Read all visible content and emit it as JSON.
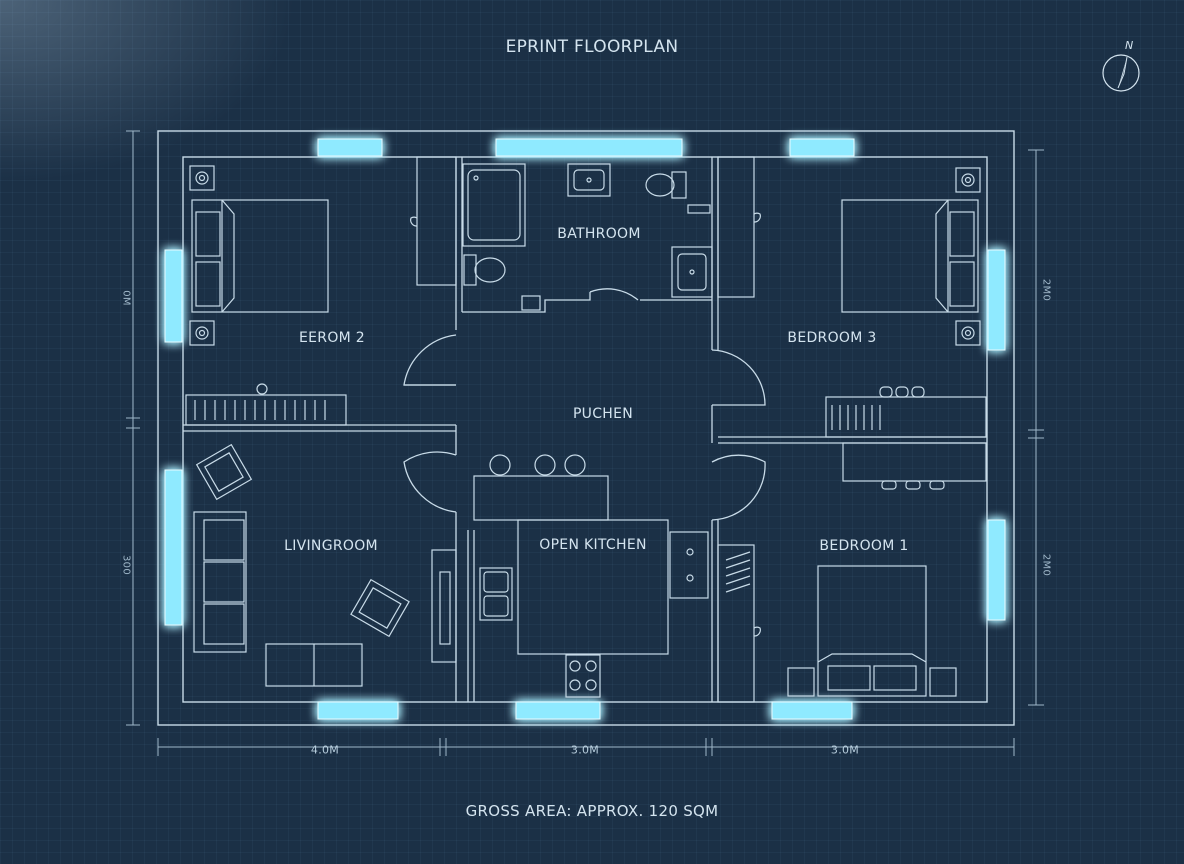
{
  "title": "EPRINT FLOORPLAN",
  "gross_area": "GROSS AREA: APPROX. 120 SQM",
  "north_label": "N",
  "rooms": {
    "bedroom2": "EEROM 2",
    "bathroom": "BATHROOM",
    "bedroom3": "BEDROOM 3",
    "hall": "PUCHEN",
    "living": "LIVINGROOM",
    "kitchen": "OPEN KITCHEN",
    "bedroom1": "BEDROOM 1"
  },
  "dimensions": {
    "bottom_left": "4.0M",
    "bottom_mid": "3.0M",
    "bottom_right": "3.0M",
    "left_upper": "0M",
    "left_lower": "300",
    "right_upper": "2M0",
    "right_lower": "2M0"
  },
  "colors": {
    "background": "#1b3046",
    "line": "#c8dbe8",
    "window_glow": "#7fe6ff",
    "text": "#d4e4ef"
  },
  "icons": [
    "north-arrow-icon",
    "bed-icon",
    "toilet-icon",
    "bathtub-icon",
    "sink-icon",
    "sofa-icon",
    "armchair-icon",
    "stove-icon",
    "stool-icon",
    "nightstand-icon"
  ]
}
